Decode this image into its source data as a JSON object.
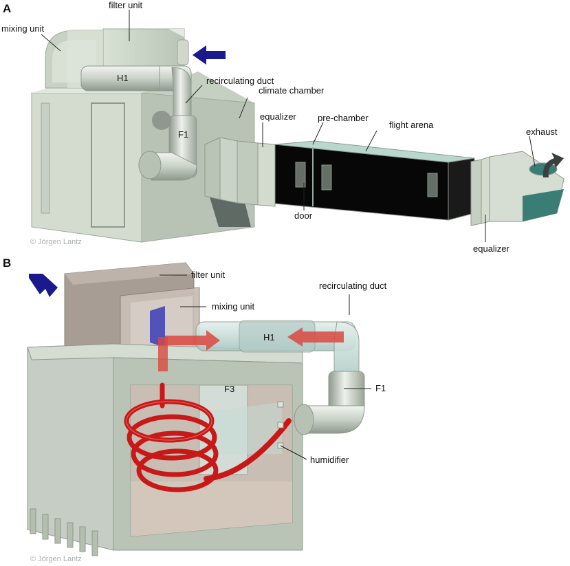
{
  "panel_a": {
    "panel_label": "A",
    "labels": {
      "filter_unit": "filter unit",
      "mixing_unit": "mixing unit",
      "h1": "H1",
      "recirculating_duct": "recirculating duct",
      "climate_chamber": "climate chamber",
      "equalizer_left": "equalizer",
      "f1": "F1",
      "pre_chamber": "pre-chamber",
      "flight_arena": "flight arena",
      "exhaust": "exhaust",
      "door": "door",
      "equalizer_right": "equalizer"
    },
    "copyright": "© Jörgen Lantz"
  },
  "panel_b": {
    "panel_label": "B",
    "labels": {
      "filter_unit": "filter unit",
      "mixing_unit": "mixing unit",
      "recirculating_duct": "recirculating duct",
      "h1": "H1",
      "f1": "F1",
      "f3": "F3",
      "humidifier": "humidifier"
    },
    "copyright": "© Jörgen Lantz"
  },
  "colors": {
    "airflow_arrow": "#1a1a8c",
    "exhaust_arrow": "#3a3f3f",
    "chamber_body": "#c9d3c6",
    "arena_black": "#0a0a0a",
    "duct_glass": "#cfe4e0",
    "spiral_red": "#c81818"
  }
}
